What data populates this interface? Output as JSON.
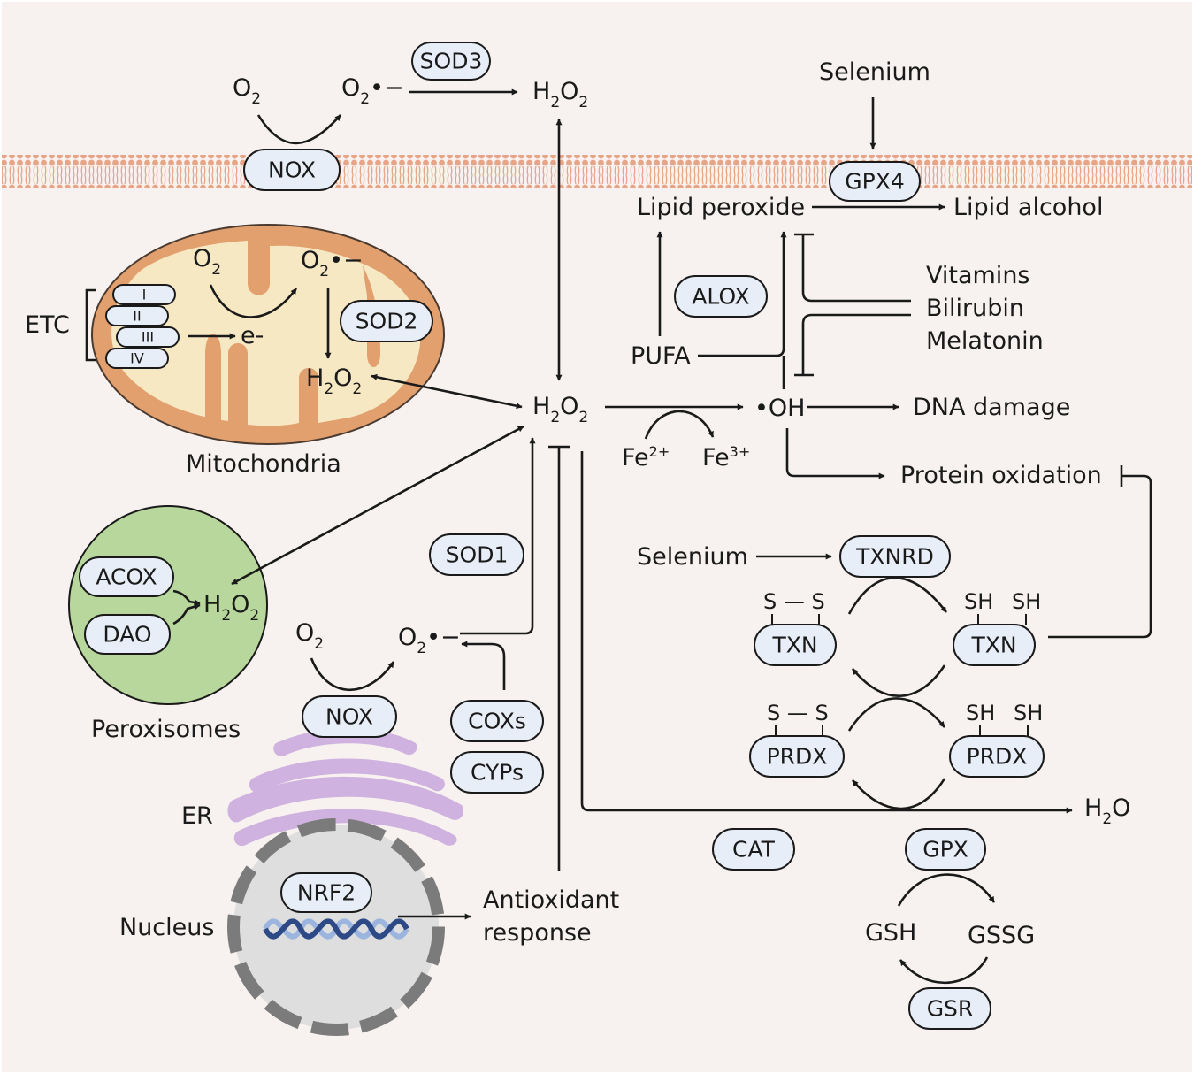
{
  "colors": {
    "background": "#f7f2ef",
    "membrane": "#e7a487",
    "mito_outer": "#e1a06e",
    "mito_matrix": "#f7e8c4",
    "peroxisome": "#b7d79c",
    "er": "#cfb2df",
    "nucleus_fill": "#dedede",
    "nucleus_border": "#7b7b7b",
    "dna_dark": "#2e4a86",
    "dna_light": "#9cb5de",
    "pill_fill": "#e8eef7"
  },
  "compartments": {
    "mitochondria": "Mitochondria",
    "peroxisomes": "Peroxisomes",
    "er": "ER",
    "nucleus": "Nucleus",
    "etc": "ETC"
  },
  "etc_complexes": [
    "I",
    "II",
    "III",
    "IV"
  ],
  "enzymes": {
    "sod3": "SOD3",
    "nox_top": "NOX",
    "gpx4": "GPX4",
    "sod2": "SOD2",
    "alox": "ALOX",
    "acox": "ACOX",
    "dao": "DAO",
    "sod1": "SOD1",
    "txnrd": "TXNRD",
    "txn_ox": "TXN",
    "txn_red": "TXN",
    "prdx_ox": "PRDX",
    "prdx_red": "PRDX",
    "nox_er": "NOX",
    "coxs": "COXs",
    "cyps": "CYPs",
    "cat": "CAT",
    "gpx": "GPX",
    "gsr": "GSR",
    "nrf2": "NRF2"
  },
  "species": {
    "o2": "O",
    "o2_sub": "2",
    "superoxide": "O",
    "superoxide_sub": "2",
    "superoxide_sup": "•−",
    "h2o2_h": "H",
    "h2o2_sub": "2",
    "h2o2_o": "O",
    "electron": "e-",
    "hydroxyl": "•OH",
    "fe2": "Fe",
    "fe2_sup": "2+",
    "fe3": "Fe",
    "fe3_sup": "3+",
    "h2o_h": "H",
    "h2o_sub": "2",
    "h2o_o": "O",
    "disulfide": "S — S",
    "thiol": "SH",
    "gsh": "GSH",
    "gssg": "GSSG"
  },
  "labels": {
    "selenium_top": "Selenium",
    "lipid_peroxide": "Lipid peroxide",
    "lipid_alcohol": "Lipid alcohol",
    "pufa": "PUFA",
    "vitamins": "Vitamins",
    "bilirubin": "Bilirubin",
    "melatonin": "Melatonin",
    "dna_damage": "DNA damage",
    "protein_oxidation": "Protein oxidation",
    "selenium_mid": "Selenium",
    "antioxidant_line1": "Antioxidant",
    "antioxidant_line2": "response"
  }
}
